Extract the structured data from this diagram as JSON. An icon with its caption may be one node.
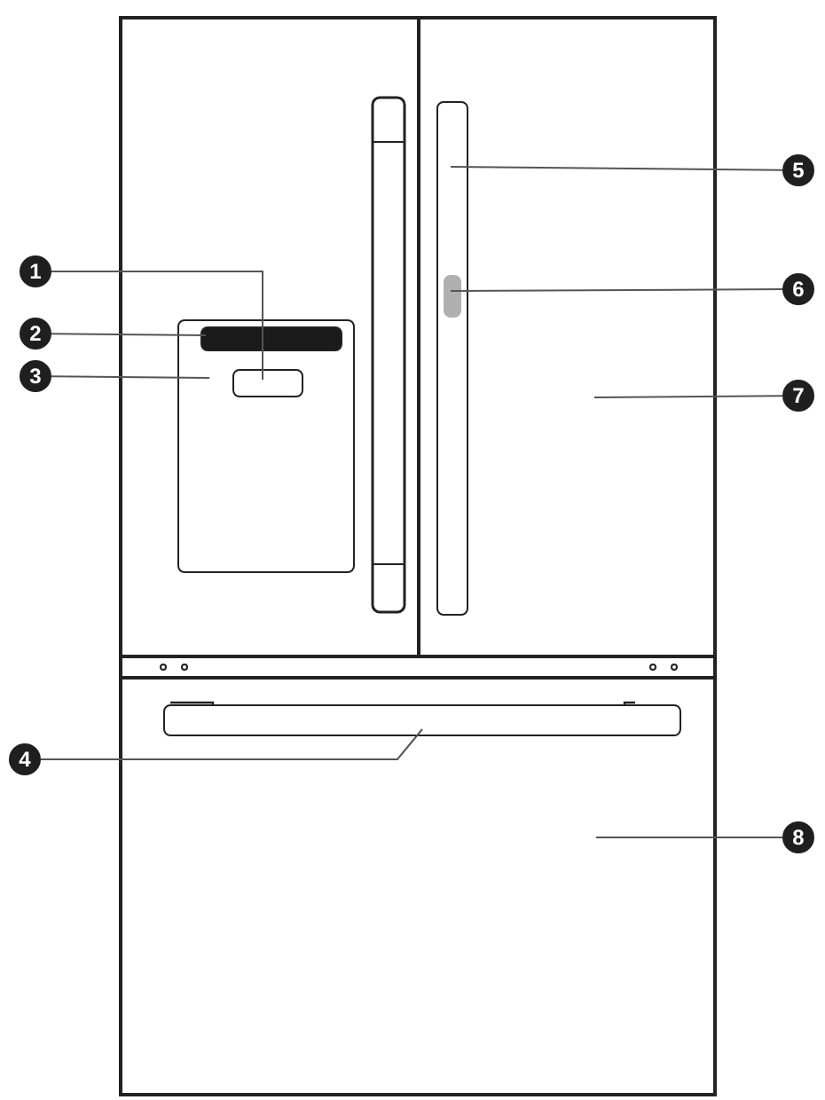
{
  "diagram": {
    "nodes": [
      {
        "text": [
          "1"
        ]
      },
      {
        "text": [
          "2"
        ]
      },
      {
        "text": [
          "3"
        ]
      },
      {
        "text": [
          "4"
        ]
      },
      {
        "text": [
          "5"
        ]
      },
      {
        "text": [
          "6"
        ]
      },
      {
        "text": [
          "7"
        ]
      },
      {
        "text": [
          "8"
        ]
      },
      {
        "text": [],
        "shape": "box",
        "in": 10
      },
      {
        "text": [],
        "shape": "bar",
        "in": 10
      },
      {
        "text": [],
        "shape": "box"
      },
      {
        "text": [],
        "shape": "bar",
        "in": 15
      },
      {
        "text": [],
        "shape": "bar",
        "in": 14
      },
      {
        "text": [],
        "shape": "box",
        "in": 12
      },
      {
        "text": [],
        "shape": "box"
      },
      {
        "text": [],
        "shape": "box"
      }
    ],
    "edges": [
      {
        "from": 0,
        "to": 8,
        "arrow": "none"
      },
      {
        "from": 1,
        "to": 9,
        "arrow": "none"
      },
      {
        "from": 2,
        "to": 10,
        "arrow": "none"
      },
      {
        "from": 3,
        "to": 11,
        "arrow": "none"
      },
      {
        "from": 4,
        "to": 12,
        "arrow": "none"
      },
      {
        "from": 5,
        "to": 13,
        "arrow": "none"
      },
      {
        "from": 6,
        "to": 14,
        "arrow": "none"
      },
      {
        "from": 7,
        "to": 15,
        "arrow": "none"
      }
    ]
  }
}
